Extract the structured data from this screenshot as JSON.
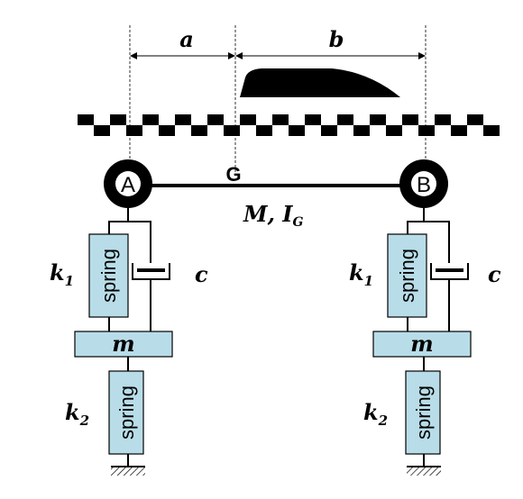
{
  "dims": {
    "a": "a",
    "b": "b"
  },
  "body": {
    "cg": "G",
    "mass_label_main": "M, I",
    "mass_label_sub": "G"
  },
  "wheels": {
    "front": "A",
    "rear": "B"
  },
  "front_suspension": {
    "spring_upper_text": "spring",
    "k1_main": "k",
    "k1_sub": "1",
    "damper": "c",
    "mass": "m",
    "spring_lower_text": "spring",
    "k2_main": "k",
    "k2_sub": "2"
  },
  "rear_suspension": {
    "spring_upper_text": "spring",
    "k1_main": "k",
    "k1_sub": "1",
    "damper": "c",
    "mass": "m",
    "spring_lower_text": "spring",
    "k2_main": "k",
    "k2_sub": "2"
  },
  "colors": {
    "spring_box": "#b8dde8",
    "stroke": "#000000"
  }
}
